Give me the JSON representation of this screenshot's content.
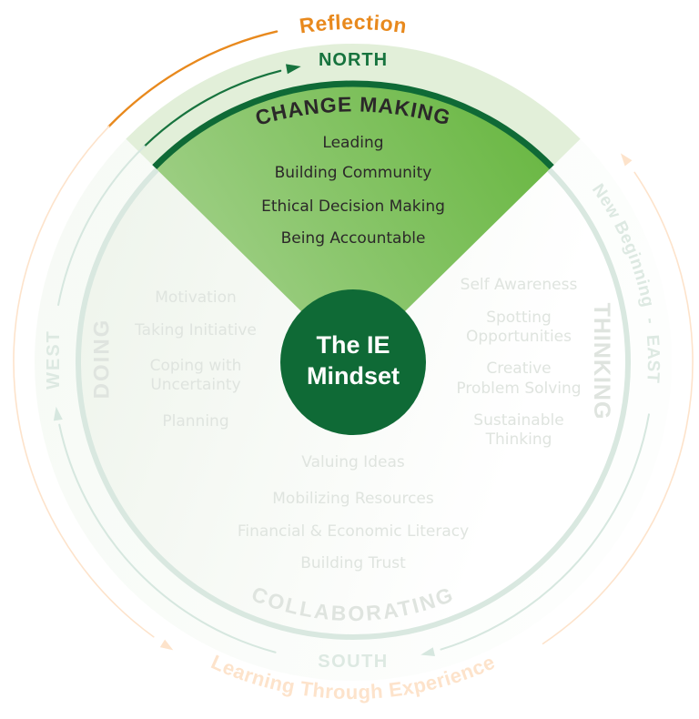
{
  "diagram": {
    "center": {
      "line1": "The IE",
      "line2": "Mindset"
    },
    "directions": {
      "north": "NORTH",
      "south": "SOUTH",
      "west": "WEST",
      "east": "New Beginning  -  EAST"
    },
    "phases": {
      "reflection": "Reflection",
      "learning": "Learning Through Experience"
    },
    "quadrants": {
      "north": {
        "title": "CHANGE MAKING",
        "highlighted": true,
        "items": [
          [
            "Leading"
          ],
          [
            "Building Community"
          ],
          [
            "Ethical Decision Making"
          ],
          [
            "Being Accountable"
          ]
        ]
      },
      "west": {
        "title": "DOING",
        "highlighted": false,
        "items": [
          [
            "Motivation"
          ],
          [
            "Taking Initiative"
          ],
          [
            "Coping with",
            "Uncertainty"
          ],
          [
            "Planning"
          ]
        ]
      },
      "east": {
        "title": "THINKING",
        "highlighted": false,
        "items": [
          [
            "Self Awareness"
          ],
          [
            "Spotting",
            "Opportunities"
          ],
          [
            "Creative",
            "Problem Solving"
          ],
          [
            "Sustainable",
            "Thinking"
          ]
        ]
      },
      "south": {
        "title": "COLLABORATING",
        "highlighted": false,
        "items": [
          [
            "Valuing Ideas"
          ],
          [
            "Mobilizing Resources"
          ],
          [
            "Financial & Economic Literacy"
          ],
          [
            "Building Trust"
          ]
        ]
      }
    },
    "colors": {
      "dark_green": "#0f6a36",
      "north_text": "#17733e",
      "wedge_light": "#a3d18b",
      "wedge_dark": "#69b742",
      "north_band": "#e2efd9",
      "orange": "#e8891d",
      "faded_text": "#dfe4df",
      "faded_green": "#dde9e2",
      "faded_ring": "#d9e8e0",
      "faded_orange": "#fde3cb",
      "body_text": "#2b2829"
    }
  }
}
